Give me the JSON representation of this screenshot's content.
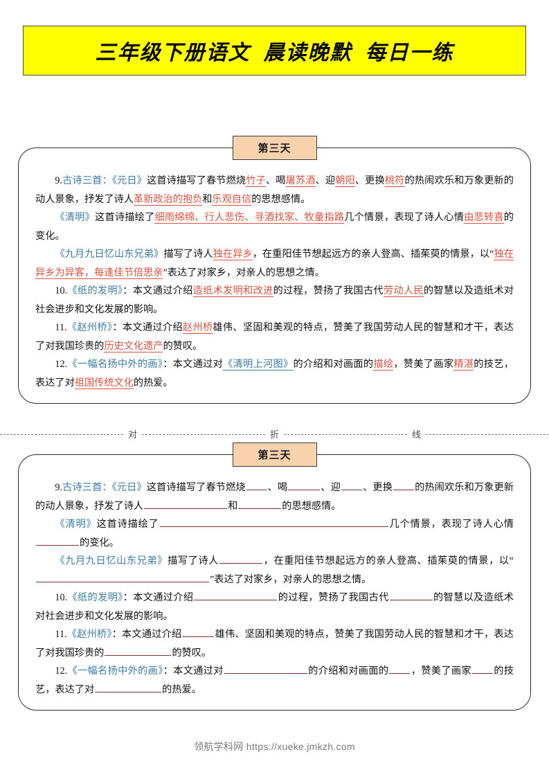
{
  "title": {
    "text": "三年级下册语文  晨读晚默  每日一练",
    "background_color": "#ffff00"
  },
  "fold_line": {
    "chars": [
      "对",
      "折",
      "线"
    ]
  },
  "footer": {
    "text": "领航学科网 https://xueke.jmkzh.com"
  },
  "colors": {
    "blue": "#3a7ca8",
    "red": "#e0513f",
    "badge_bg": "#f8d2ac",
    "banner": "#ffff00"
  },
  "sections": {
    "answers": {
      "badge": "第三天",
      "items": {
        "q9_num": "9.",
        "q9_title": "古诗三首：",
        "q9_poem1": "《元日》",
        "q9_t1": "这首诗描写了春节燃烧",
        "q9_a1": "竹子",
        "q9_t2": "、喝",
        "q9_a2": "屠苏酒",
        "q9_t3": "、迎",
        "q9_a3": "朝阳",
        "q9_t4": "、更换",
        "q9_a4": "桃符",
        "q9_t5": "的热闹欢乐和万象更新的动人景象，抒发了诗人",
        "q9_a5": "革新政治的抱负",
        "q9_t6": "和",
        "q9_a6": "乐观自信",
        "q9_t7": "的思想感情。",
        "q9b_poem": "《清明》",
        "q9b_t1": "这首诗描绘了",
        "q9b_a1": "细雨绵绵、行人悲伤、寻酒找家、牧童指路",
        "q9b_t2": "几个情景，表现了诗人心情",
        "q9b_a2": "由悲转喜",
        "q9b_t3": "的变化。",
        "q9c_poem": "《九月九日忆山东兄弟》",
        "q9c_t1": "描写了诗人",
        "q9c_a1": "独在异乡",
        "q9c_t2": "，在重阳佳节想起远方的亲人登高、插茱萸的情景，以“",
        "q9c_a2": "独在异乡为异客，每逢佳节倍思亲",
        "q9c_t3": "”表达了对家乡，对亲人的思想之情。",
        "q10_num": "10.",
        "q10_title": "《纸的发明》",
        "q10_t1": "：本文通过介绍",
        "q10_a1": "造纸术发明和改进",
        "q10_t2": "的过程，赞扬了我国古代",
        "q10_a2": "劳动人民",
        "q10_t3": "的智慧以及造纸术对社会进步和文化发展的影响。",
        "q11_num": "11.",
        "q11_title": "《赵州桥》",
        "q11_t1": "：本文通过介绍",
        "q11_a1": "赵州桥",
        "q11_t2": "雄伟、坚固和美观的特点，赞美了我国劳动人民的智慧和才干，表达了对我国珍贵的",
        "q11_a2": "历史文化遗产",
        "q11_t3": "的赞叹。",
        "q12_num": "12.",
        "q12_title": "《一幅名扬中外的画》",
        "q12_t1": "：本文通过对",
        "q12_a1": "《清明上河图》",
        "q12_t2": "的介绍和对画面的",
        "q12_a2": "描绘",
        "q12_t3": "，赞美了画家",
        "q12_a3": "精湛",
        "q12_t4": "的技艺，表达了对",
        "q12_a4": "祖国传统文化",
        "q12_t5": "的热爱。"
      }
    },
    "blanks": {
      "badge": "第三天",
      "items": {
        "q9_num": "9.",
        "q9_title": "古诗三首：",
        "q9_poem1": "《元日》",
        "q9_t1": "这首诗描写了春节燃烧",
        "q9_t2": "、喝",
        "q9_t3": "、迎",
        "q9_t4": "、更换",
        "q9_t5": "的热闹欢乐和万象更新的动人景象，抒发了诗人",
        "q9_t6": "和",
        "q9_t7": "的思想感情。",
        "q9b_poem": "《清明》",
        "q9b_t1": "这首诗描绘了",
        "q9b_t2": "几个情景，表现了诗人心情",
        "q9b_t3": "的变化。",
        "q9c_poem": "《九月九日忆山东兄弟》",
        "q9c_t1": "描写了诗人",
        "q9c_t2": "，在重阳佳节想起远方的亲人登高、插茱萸的情景，以“",
        "q9c_t3": "”表达了对家乡，对亲人的思想之情。",
        "q10_num": "10.",
        "q10_title": "《纸的发明》",
        "q10_t1": "：本文通过介绍",
        "q10_t2": "的过程，赞扬了我国古代",
        "q10_t3": "的智慧以及造纸术对社会进步和文化发展的影响。",
        "q11_num": "11.",
        "q11_title": "《赵州桥》",
        "q11_t1": "：本文通过介绍",
        "q11_t2": "雄伟、坚固和美观的特点，赞美了我国劳动人民的智慧和才干，表达了对我国珍贵的",
        "q11_t3": "的赞叹。",
        "q12_num": "12.",
        "q12_title": "《一幅名扬中外的画》",
        "q12_t1": "：本文通过对",
        "q12_t2": "的介绍和对画面的",
        "q12_t3": "，赞美了画家",
        "q12_t4": "的技艺，表达了对",
        "q12_t5": "的热爱。"
      }
    }
  }
}
